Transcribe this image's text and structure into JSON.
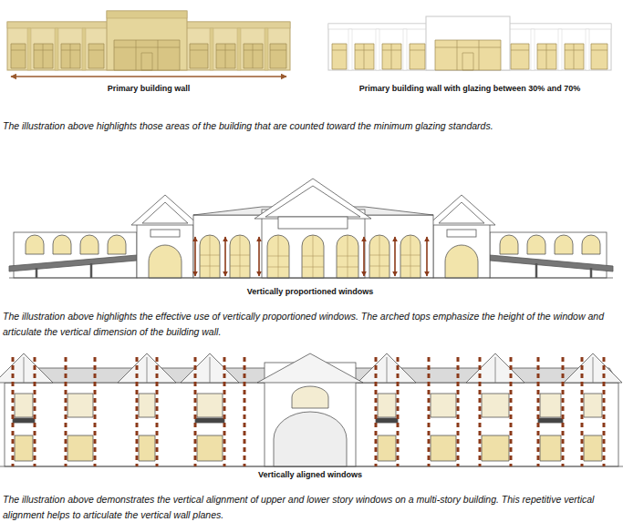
{
  "diagram": {
    "labels": [
      "Primary building wall",
      "Primary building wall with glazing between 30% and 70%",
      "The illustration above highlights those areas of the building that are counted toward the minimum glazing standards.",
      "Vertically proportioned windows",
      "The illustration above highlights the effective use of vertically proportioned windows. The arched tops emphasize the height of the window and articulate the vertical dimension of the building wall.",
      "Vertically aligned windows",
      "The illustration above demonstrates the vertical alignment of upper and lower story windows on a multi-story building. This repetitive vertical alignment helps to articulate the vertical wall planes."
    ]
  }
}
